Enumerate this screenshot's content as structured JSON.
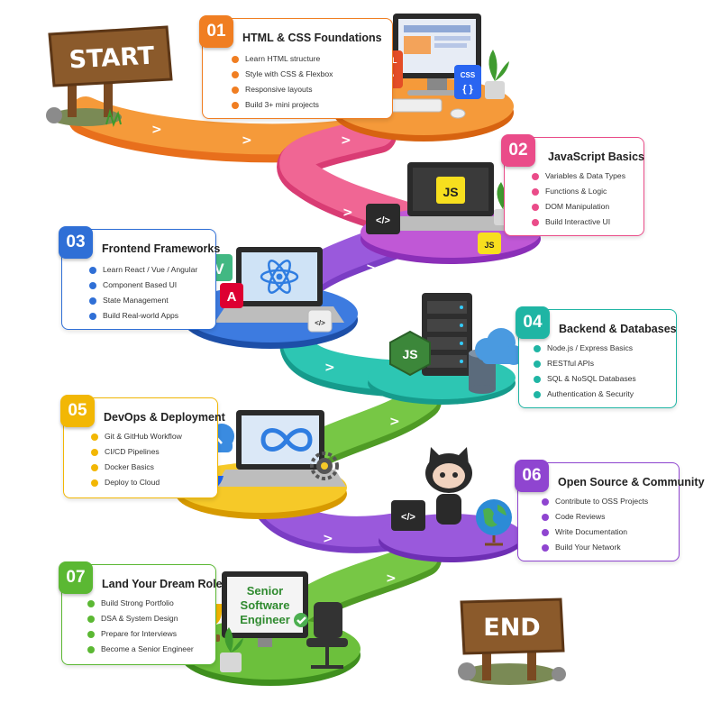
{
  "signs": {
    "start": "START",
    "end": "END"
  },
  "colors": {
    "s1": "#f07e22",
    "s2": "#ea4c89",
    "s3": "#2f6fd6",
    "s4": "#1fb5a4",
    "s5": "#f2b705",
    "s6": "#8f45d0",
    "s7": "#5bb833"
  },
  "steps": [
    {
      "num": "01",
      "title": "HTML & CSS Foundations",
      "items": [
        "Learn HTML structure",
        "Style with CSS & Flexbox",
        "Responsive layouts",
        "Build 3+ mini projects"
      ]
    },
    {
      "num": "02",
      "title": "JavaScript Basics",
      "items": [
        "Variables & Data Types",
        "Functions & Logic",
        "DOM Manipulation",
        "Build Interactive UI"
      ]
    },
    {
      "num": "03",
      "title": "Frontend Frameworks",
      "items": [
        "Learn React / Vue / Angular",
        "Component Based UI",
        "State Management",
        "Build Real-world Apps"
      ]
    },
    {
      "num": "04",
      "title": "Backend & Databases",
      "items": [
        "Node.js / Express Basics",
        "RESTful APIs",
        "SQL & NoSQL Databases",
        "Authentication & Security"
      ]
    },
    {
      "num": "05",
      "title": "DevOps & Deployment",
      "items": [
        "Git & GitHub Workflow",
        "CI/CD Pipelines",
        "Docker Basics",
        "Deploy to Cloud"
      ]
    },
    {
      "num": "06",
      "title": "Open Source & Community",
      "items": [
        "Contribute to OSS Projects",
        "Code Reviews",
        "Write Documentation",
        "Build Your Network"
      ]
    },
    {
      "num": "07",
      "title": "Land Your Dream Role",
      "items": [
        "Build Strong Portfolio",
        "DSA & System Design",
        "Prepare for Interviews",
        "Become a Senior Engineer"
      ]
    }
  ],
  "illustrations": {
    "html_badge": "HTML",
    "css_badge": "CSS",
    "js_screen": "JS",
    "js_mug": "JS",
    "node_hex": "JS",
    "code_tag": "</>",
    "css_tag": "{ }",
    "senior_screen": [
      "Senior",
      "Software",
      "Engineer"
    ],
    "icons": [
      "html-icon",
      "css-icon",
      "js-icon",
      "react-icon",
      "vue-icon",
      "angular-icon",
      "server-icon",
      "nodejs-icon",
      "database-icon",
      "cloud-icon",
      "infinity-icon",
      "docker-icon",
      "gear-icon",
      "octocat-icon",
      "globe-icon",
      "trophy-icon",
      "office-chair-icon",
      "check-icon"
    ]
  }
}
